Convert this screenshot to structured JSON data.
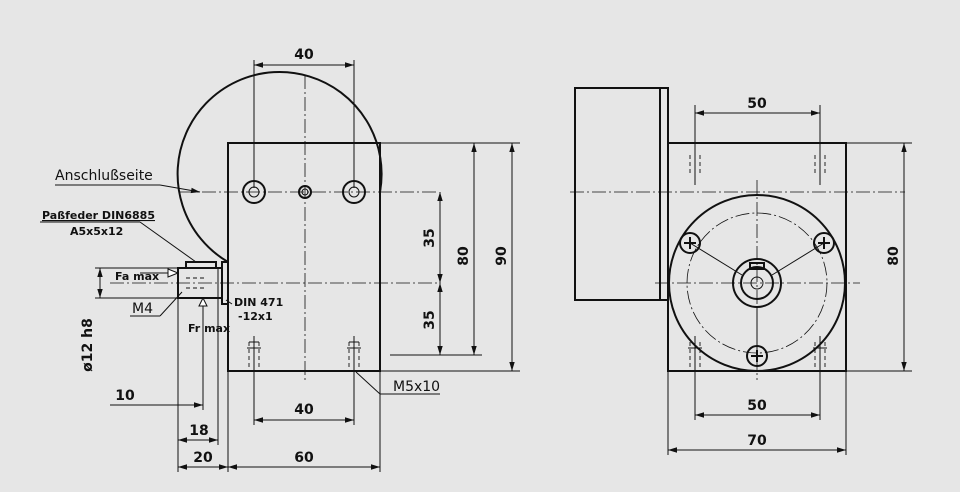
{
  "colors": {
    "background": "#e6e6e6",
    "line": "#111111"
  },
  "labels": {
    "connection_side": "Anschlußseite",
    "key_spec": "Paßfeder DIN6885",
    "key_size": "A5x5x12",
    "axial_force": "Fa max",
    "radial_force": "Fr max",
    "thread_shaft": "M4",
    "shaft_diameter": "ø12 h8",
    "circlip_spec": "DIN 471",
    "circlip_size": "-12x1",
    "mount_thread": "M5x10"
  },
  "dims": {
    "top_width": "40",
    "bottom_width": "40",
    "body_width": "60",
    "shaft_length": "20",
    "shaft_length2": "18",
    "shaft_offset": "10",
    "half_height_top": "35",
    "half_height_bottom": "35",
    "body_height": "80",
    "overall_height": "90",
    "right_top_width": "50",
    "right_bottom_width": "50",
    "right_overall_width": "70",
    "right_height": "80"
  }
}
